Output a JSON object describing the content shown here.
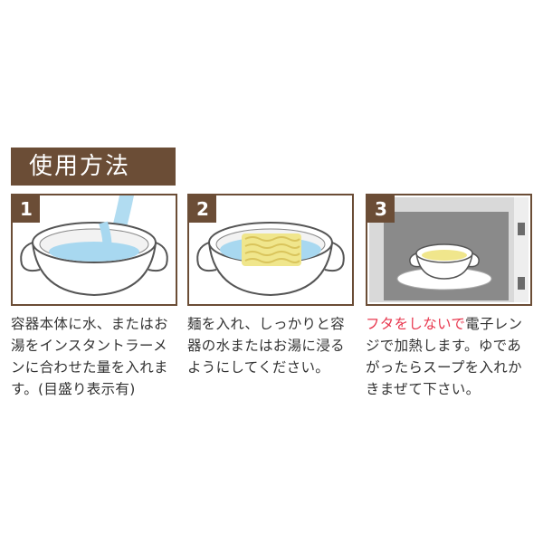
{
  "title": "使用方法",
  "colors": {
    "brown": "#6b4d36",
    "water": "#a8d8f0",
    "noodle": "#f0e68c",
    "warning": "#e8384f"
  },
  "steps": [
    {
      "number": "1",
      "text": "容器本体に水、またはお湯をインスタントラーメンに合わせた量を入れます。(目盛り表示有)"
    },
    {
      "number": "2",
      "text": "麺を入れ、しっかりと容器の水またはお湯に浸るようにしてください。"
    },
    {
      "number": "3",
      "warning": "フタをしないで",
      "text": "電子レンジで加熱します。ゆであがったらスープを入れかきまぜて下さい。"
    }
  ]
}
